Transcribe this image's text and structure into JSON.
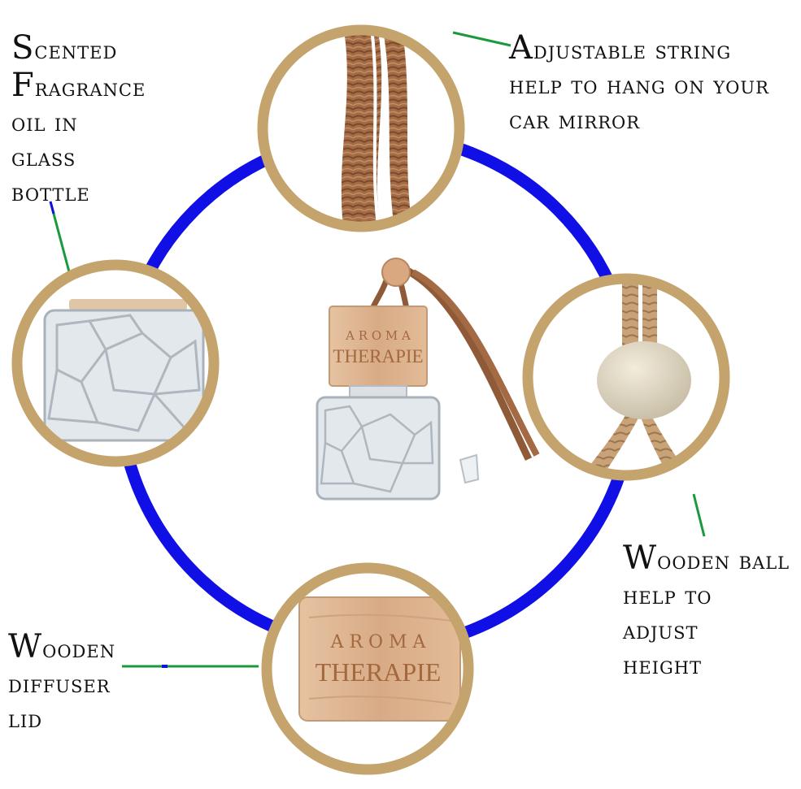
{
  "colors": {
    "ring": "#1010e6",
    "frame": "#c4a36c",
    "leader": "#1a9a3c",
    "wood": "#d8b08c",
    "wood_text": "#a4683f",
    "cord": "#a06a45",
    "glass": "#cfd6dd"
  },
  "labels": {
    "scented": [
      "Scented",
      "Fragrance",
      "oil in",
      "glass",
      "bottle"
    ],
    "string": [
      "Adjustable string",
      "help to hang on your",
      "car mirror"
    ],
    "ball": [
      "Wooden ball",
      "help to",
      "adjust",
      "height"
    ],
    "lid": [
      "Wooden",
      "diffuser",
      "lid"
    ]
  },
  "product": {
    "brand_line1": "A R O M A",
    "brand_line2": "THERAPIE"
  },
  "icons": {
    "top": "cord-closeup-image",
    "left": "glass-bottle-image",
    "right": "wooden-ball-image",
    "bottom": "wooden-lid-image",
    "center": "car-diffuser-image"
  }
}
